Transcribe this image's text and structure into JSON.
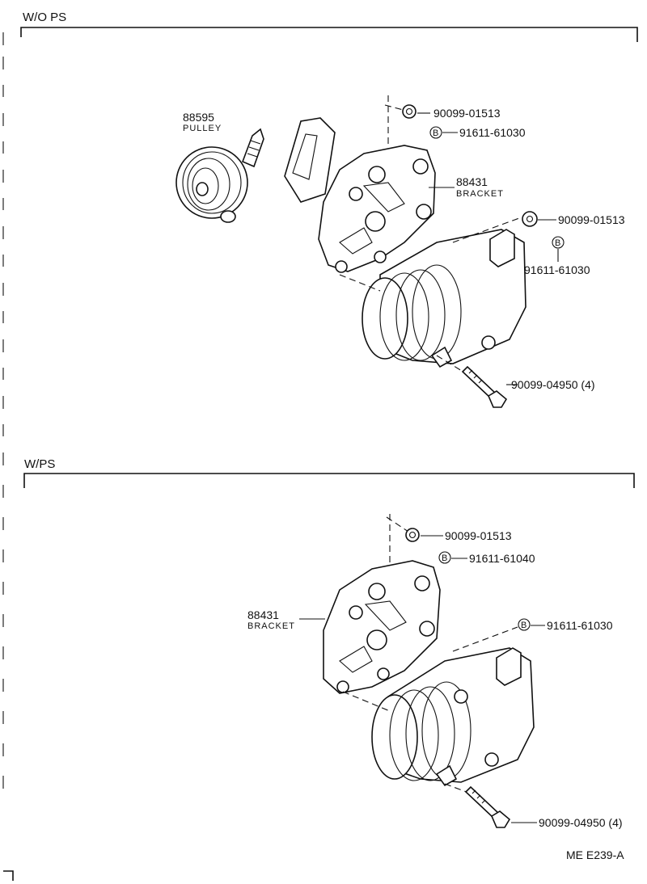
{
  "sections": {
    "top": {
      "title": "W/O PS",
      "pulley": {
        "number": "88595",
        "name": "PULLEY"
      },
      "bracket": {
        "number": "88431",
        "name": "BRACKET"
      },
      "nut_upper": "90099-01513",
      "bolt_upper": "91611-61030",
      "nut_right": "90099-01513",
      "bolt_right": "91611-61030",
      "stud_bolt": "90099-04950 (4)"
    },
    "bottom": {
      "title": "W/PS",
      "bracket": {
        "number": "88431",
        "name": "BRACKET"
      },
      "nut_upper": "90099-01513",
      "bolt_upper": "91611-61040",
      "bolt_right": "91611-61030",
      "stud_bolt": "90099-04950 (4)"
    }
  },
  "symbol_b": "B",
  "figure_code": "ME E239-A"
}
